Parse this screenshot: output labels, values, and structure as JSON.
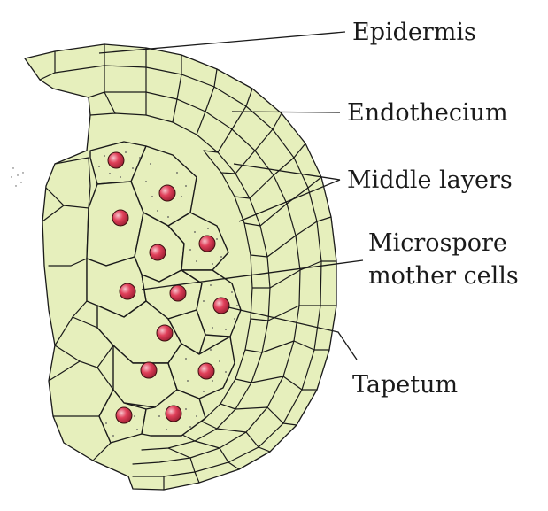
{
  "colors": {
    "cell_fill": "#e6efbc",
    "nucleus": "#e0405a",
    "nucleus_highlight": "#f7c4cc",
    "outline": "#1a1a1a"
  },
  "labels": {
    "epidermis": "Epidermis",
    "endothecium": "Endothecium",
    "middle_layers": "Middle layers",
    "microspore_line1": "Microspore",
    "microspore_line2": "mother cells",
    "tapetum": "Tapetum"
  }
}
